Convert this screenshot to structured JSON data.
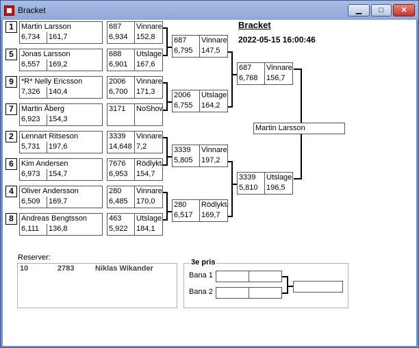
{
  "window": {
    "title": "Bracket"
  },
  "titlebar_buttons": {
    "minimize": "▁",
    "maximize": "□",
    "close": "✕"
  },
  "header": {
    "title": "Bracket",
    "datetime": "2022-05-15 16:00:46"
  },
  "seeds": [
    {
      "seed": "1",
      "name": "Martin Larsson",
      "v1": "6,734",
      "v2": "161,7"
    },
    {
      "seed": "5",
      "name": "Jonas Larsson",
      "v1": "6,557",
      "v2": "169,2"
    },
    {
      "seed": "9",
      "name": "*R* Nelly Ericsson",
      "v1": "7,326",
      "v2": "140,4"
    },
    {
      "seed": "7",
      "name": "Martin Åberg",
      "v1": "6,923",
      "v2": "154,3"
    },
    {
      "seed": "2",
      "name": "Lennart Ritseson",
      "v1": "5,731",
      "v2": "197,6"
    },
    {
      "seed": "6",
      "name": "Kim Andersen",
      "v1": "6,973",
      "v2": "154,7"
    },
    {
      "seed": "4",
      "name": "Oliver Andersson",
      "v1": "6,509",
      "v2": "169,7"
    },
    {
      "seed": "8",
      "name": "Andreas Bengtsson",
      "v1": "6,111",
      "v2": "136,8"
    }
  ],
  "round1": [
    {
      "id": "687",
      "result": "Vinnare",
      "v1": "6,934",
      "v2": "152,8"
    },
    {
      "id": "688",
      "result": "Utslagen",
      "v1": "6,901",
      "v2": "167,6"
    },
    {
      "id": "2006",
      "result": "Vinnare",
      "v1": "6,700",
      "v2": "171,3"
    },
    {
      "id": "3171",
      "result": "NoShow",
      "v1": "",
      "v2": ""
    },
    {
      "id": "3339",
      "result": "Vinnare",
      "v1": "14,648",
      "v2": "7,2"
    },
    {
      "id": "7676",
      "result": "Rödlyktan",
      "v1": "6,953",
      "v2": "154,7"
    },
    {
      "id": "280",
      "result": "Vinnare",
      "v1": "6,485",
      "v2": "170,0"
    },
    {
      "id": "463",
      "result": "Utslagen",
      "v1": "5,922",
      "v2": "184,1"
    }
  ],
  "round2": [
    {
      "id": "687",
      "result": "Vinnare",
      "v1": "6,795",
      "v2": "147,5"
    },
    {
      "id": "2006",
      "result": "Utslagen",
      "v1": "6,755",
      "v2": "164,2"
    },
    {
      "id": "3339",
      "result": "Vinnare",
      "v1": "5,805",
      "v2": "197,2"
    },
    {
      "id": "280",
      "result": "Rödlyktan",
      "v1": "6,517",
      "v2": "169,7"
    }
  ],
  "round3": [
    {
      "id": "687",
      "result": "Vinnare",
      "v1": "6,768",
      "v2": "156,7"
    },
    {
      "id": "3339",
      "result": "Utslagen",
      "v1": "5,810",
      "v2": "196,5"
    }
  ],
  "winner": {
    "name": "Martin Larsson"
  },
  "reserves": {
    "label": "Reserver:",
    "rows": [
      {
        "pos": "10",
        "id": "2783",
        "name": "Niklas Wikander"
      }
    ]
  },
  "third_place": {
    "title": "3e pris",
    "lane1": "Bana 1",
    "lane2": "Bana 2"
  }
}
